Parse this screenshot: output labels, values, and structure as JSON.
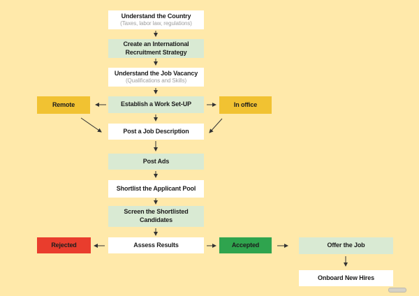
{
  "page": {
    "kind": "recruitment-process-flowchart"
  },
  "colors": {
    "background": "#ffe9aa",
    "box_white": "#ffffff",
    "box_light_green": "#d9ead3",
    "box_yellow": "#f1c232",
    "box_red": "#e93d2d",
    "box_green": "#2fa44e",
    "arrow": "#333333",
    "label_text": "#1c1c1c",
    "sublabel_text": "#9e9e9e"
  },
  "flow": {
    "nodes": {
      "understand_country": {
        "label": "Understand the Country",
        "sublabel": "(Taxes, labor law, regulations)"
      },
      "create_strategy": {
        "label": "Create an International Recruitment Strategy"
      },
      "understand_vacancy": {
        "label": "Understand the Job Vacancy",
        "sublabel": "(Qualifications and Skills)"
      },
      "establish_setup": {
        "label": "Establish a Work Set-UP"
      },
      "remote": {
        "label": "Remote"
      },
      "in_office": {
        "label": "In office"
      },
      "post_description": {
        "label": "Post a Job Description"
      },
      "post_ads": {
        "label": "Post Ads"
      },
      "shortlist": {
        "label": "Shortlist the Applicant Pool"
      },
      "screen": {
        "label": "Screen the Shortlisted Candidates"
      },
      "assess": {
        "label": "Assess Results"
      },
      "rejected": {
        "label": "Rejected"
      },
      "accepted": {
        "label": "Accepted"
      },
      "offer": {
        "label": "Offer the Job"
      },
      "onboard": {
        "label": "Onboard New Hires"
      }
    },
    "edges": [
      {
        "from": "Understand the Country",
        "to": "Create an International Recruitment Strategy"
      },
      {
        "from": "Create an International Recruitment Strategy",
        "to": "Understand the Job Vacancy"
      },
      {
        "from": "Understand the Job Vacancy",
        "to": "Establish a Work Set-UP"
      },
      {
        "from": "Establish a Work Set-UP",
        "to": "Remote"
      },
      {
        "from": "Establish a Work Set-UP",
        "to": "In office"
      },
      {
        "from": "Establish a Work Set-UP",
        "to": "Post a Job Description"
      },
      {
        "from": "Remote",
        "to": "Post a Job Description"
      },
      {
        "from": "In office",
        "to": "Post a Job Description"
      },
      {
        "from": "Post a Job Description",
        "to": "Post Ads"
      },
      {
        "from": "Post Ads",
        "to": "Shortlist the Applicant Pool"
      },
      {
        "from": "Shortlist the Applicant Pool",
        "to": "Screen the Shortlisted Candidates"
      },
      {
        "from": "Screen the Shortlisted Candidates",
        "to": "Assess Results"
      },
      {
        "from": "Assess Results",
        "to": "Rejected"
      },
      {
        "from": "Assess Results",
        "to": "Accepted"
      },
      {
        "from": "Accepted",
        "to": "Offer the Job"
      },
      {
        "from": "Offer the Job",
        "to": "Onboard New Hires"
      }
    ]
  }
}
